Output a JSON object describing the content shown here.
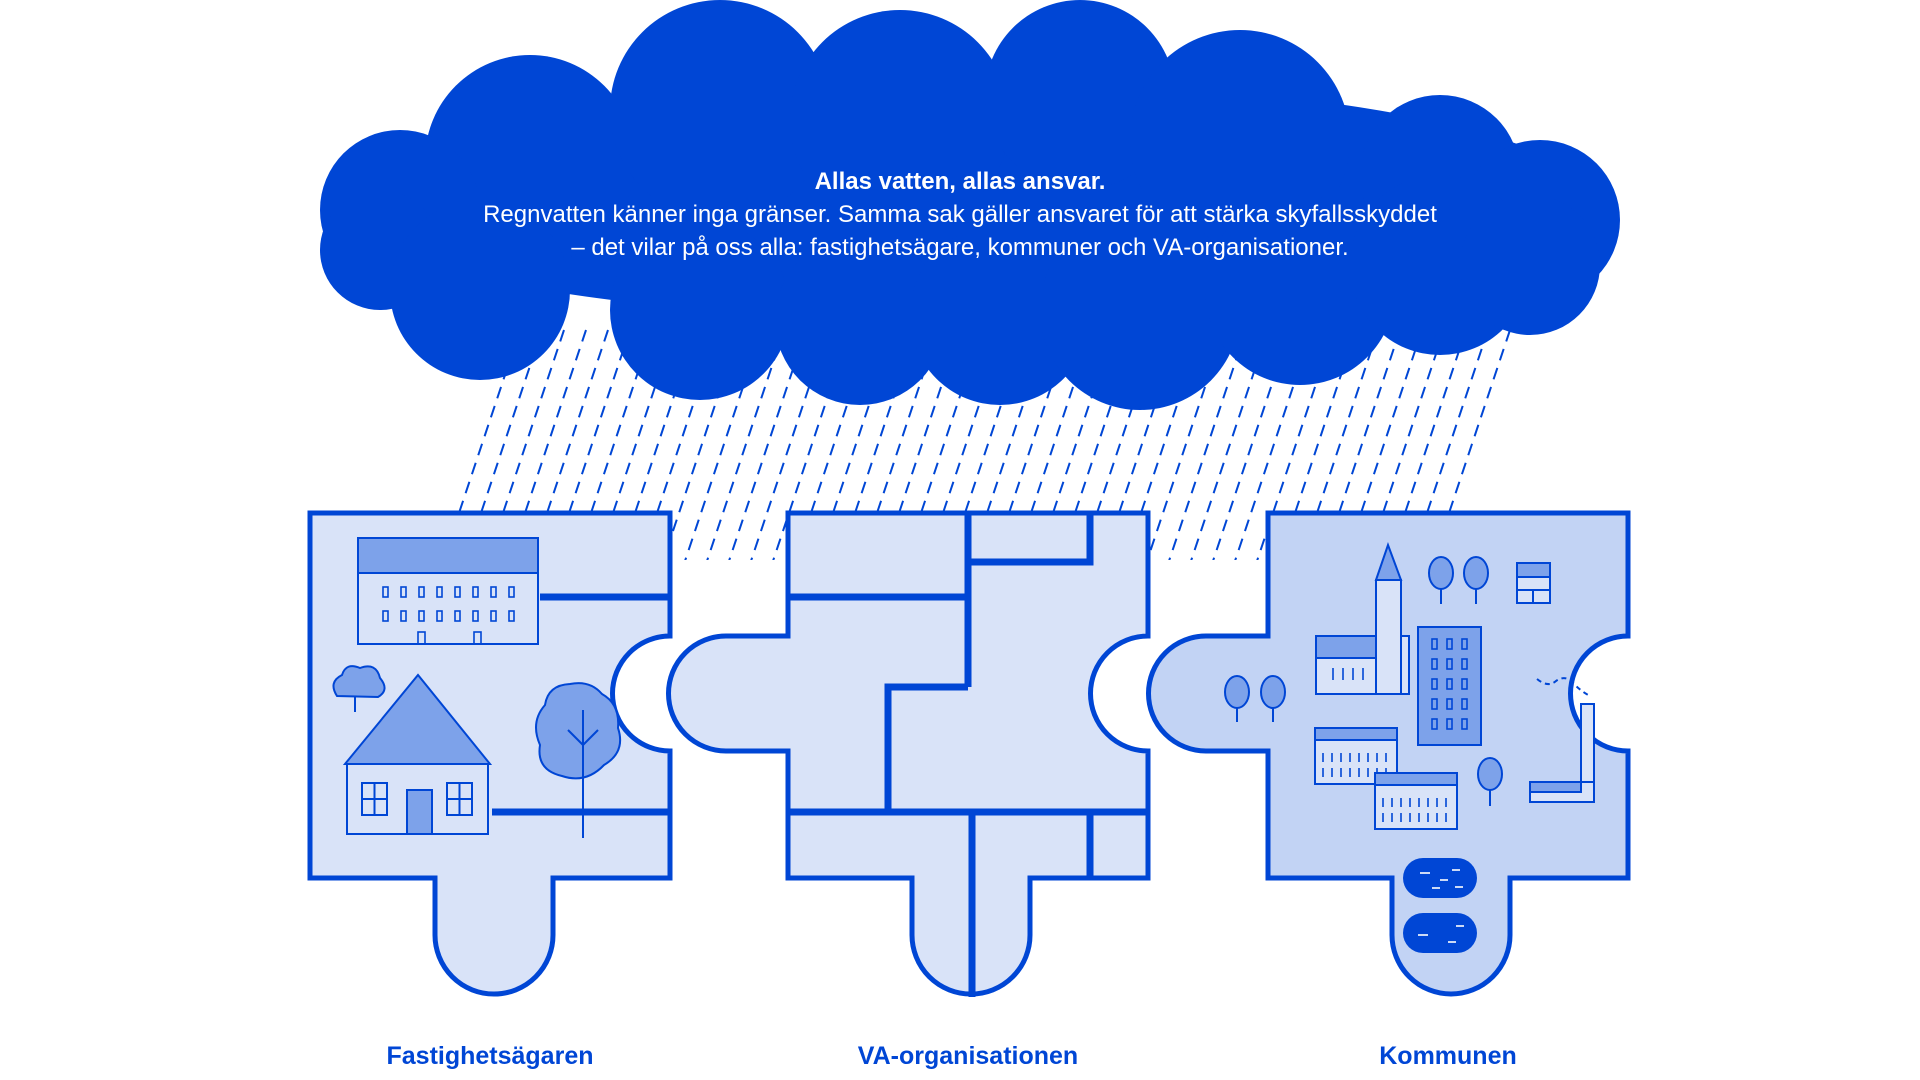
{
  "colors": {
    "primary_blue": "#0046D5",
    "light_fill": "#D9E3F8",
    "medium_fill": "#C2D3F4",
    "accent_fill": "#7DA2EA",
    "white": "#FFFFFF"
  },
  "cloud": {
    "title": "Allas vatten, allas ansvar.",
    "line1": "Regnvatten känner inga gränser. Samma sak gäller ansvaret för att stärka skyfallsskyddet",
    "line2": "– det vilar på oss alla: fastighetsägare, kommuner och VA-organisationer."
  },
  "pieces": [
    {
      "label": "Fastighetsägaren",
      "icons": [
        "apartment-building-icon",
        "house-icon",
        "tree-icon",
        "bush-icon"
      ]
    },
    {
      "label": "VA-organisationen",
      "icons": [
        "pipe-network-icon"
      ]
    },
    {
      "label": "Kommunen",
      "icons": [
        "church-icon",
        "office-building-icon",
        "factory-icon",
        "pond-icon",
        "tree-icon"
      ]
    }
  ]
}
